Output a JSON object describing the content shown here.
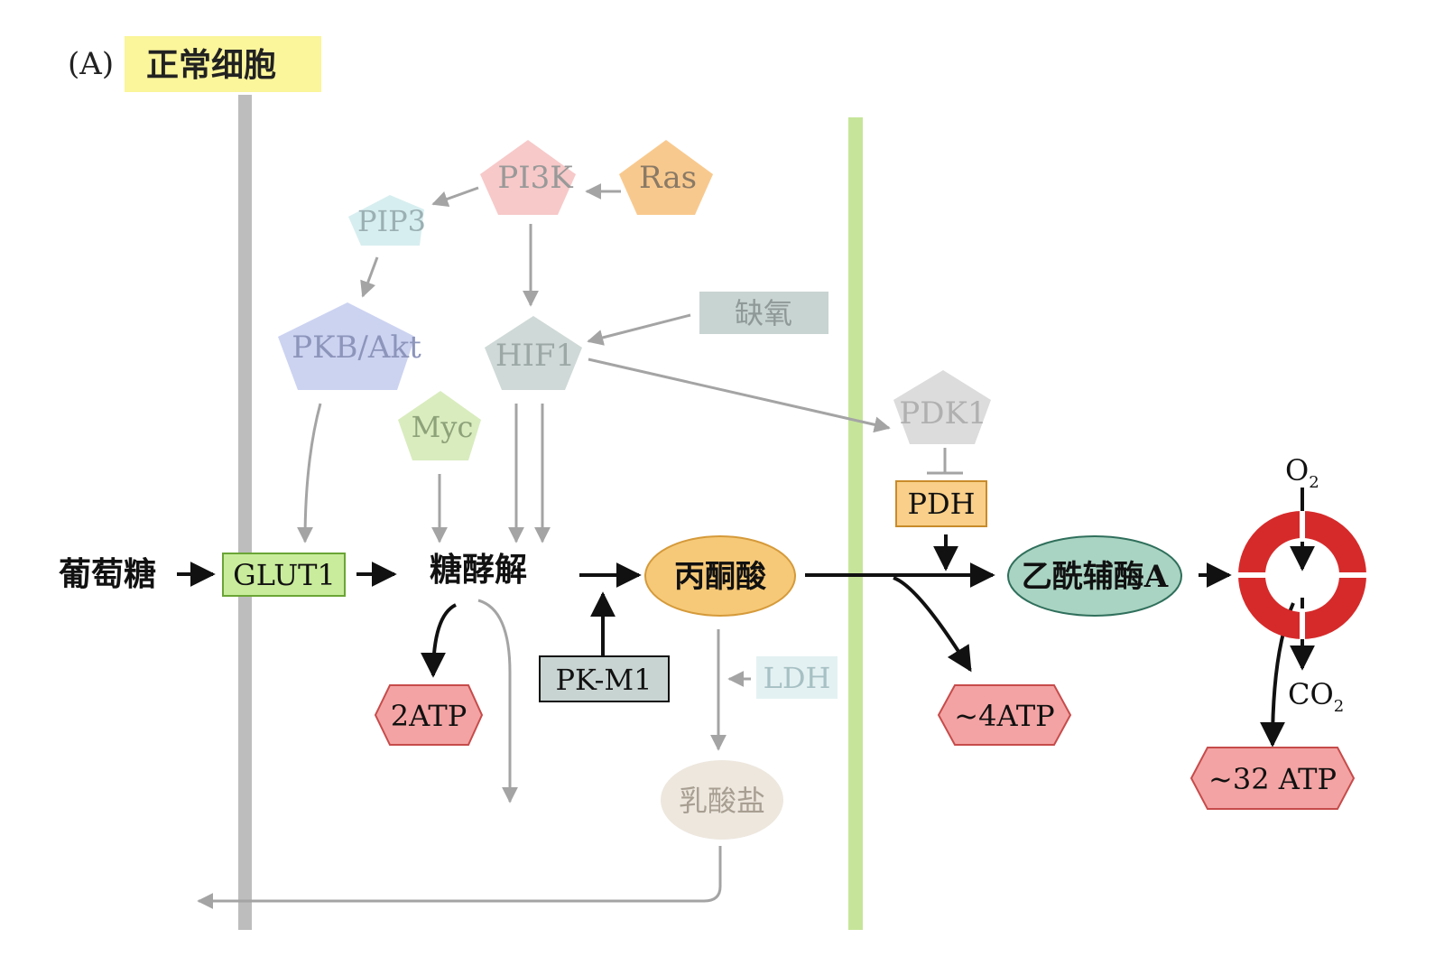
{
  "panel": {
    "letter": "(A)",
    "title": "正常细胞"
  },
  "nodes": {
    "pi3k": "PI3K",
    "ras": "Ras",
    "pip3": "PIP3",
    "pkb_akt": "PKB/Akt",
    "hif1": "HIF1",
    "hypoxia": "缺氧",
    "myc": "Myc",
    "pdk1": "PDK1",
    "pdh": "PDH",
    "glucose": "葡萄糖",
    "glut1": "GLUT1",
    "glycolysis": "糖酵解",
    "pyruvate": "丙酮酸",
    "acetyl_coa": "乙酰辅酶A",
    "pk_m1": "PK-M1",
    "ldh": "LDH",
    "lactate": "乳酸盐",
    "atp_glycolysis": "2ATP",
    "atp_pdh": "~4ATP",
    "atp_tca": "~32 ATP",
    "o2": "O",
    "o2_sub": "2",
    "co2": "CO",
    "co2_sub": "2"
  },
  "colors": {
    "membrane_outer": "#bdbdbd",
    "membrane_mito": "#c6e59a",
    "title_highlight": "#fbf59b",
    "pi3k": "#f7c9c9",
    "ras": "#f8c98e",
    "pip3": "#d7eef0",
    "pkb_akt": "#ccd3f1",
    "hif1": "#cfd9d7",
    "myc": "#d9ecbe",
    "pdk1": "#dcdcdc",
    "pdh": "#f9cf89",
    "glut1": "#c9ec9c",
    "pyruvate": "#f6c978",
    "acetyl_coa": "#a9d3c2",
    "atp": "#f3a3a3",
    "tca_cycle": "#d62a2a"
  }
}
